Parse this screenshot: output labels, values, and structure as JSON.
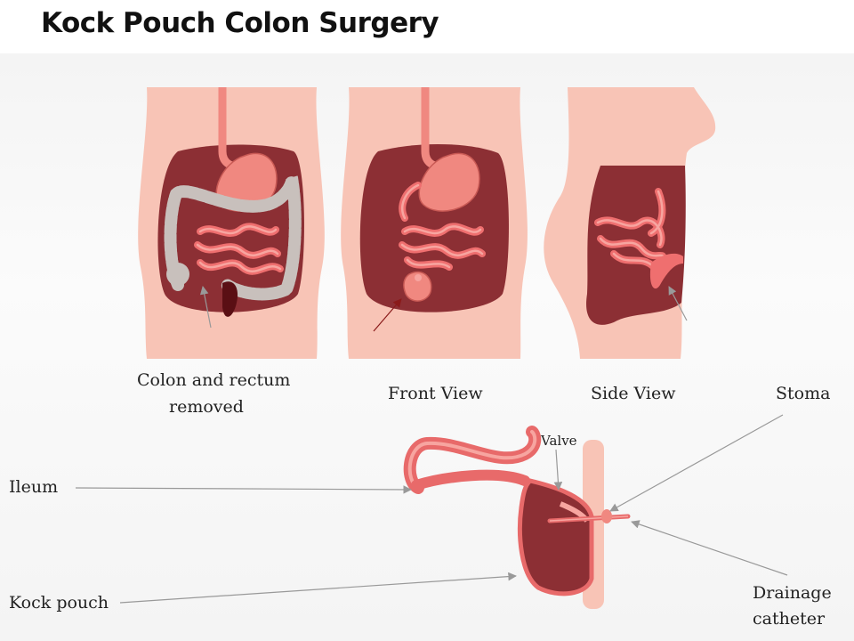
{
  "title": "Kock Pouch Colon Surgery",
  "labels": {
    "colon_removed_line1": "Colon and rectum",
    "colon_removed_line2": "removed",
    "front_view": "Front View",
    "side_view": "Side View",
    "stoma": "Stoma",
    "valve": "Valve",
    "ileum": "Ileum",
    "kock_pouch": "Kock pouch",
    "drainage_line1": "Drainage",
    "drainage_line2": "catheter"
  },
  "colors": {
    "skin": "#f8c4b6",
    "cavity": "#8c2f34",
    "intestine": "#ef6f6f",
    "intestine_light": "#f7a5a0",
    "colon_grey": "#c8c0bc",
    "stomach": "#f08880",
    "arrow": "#999999"
  }
}
